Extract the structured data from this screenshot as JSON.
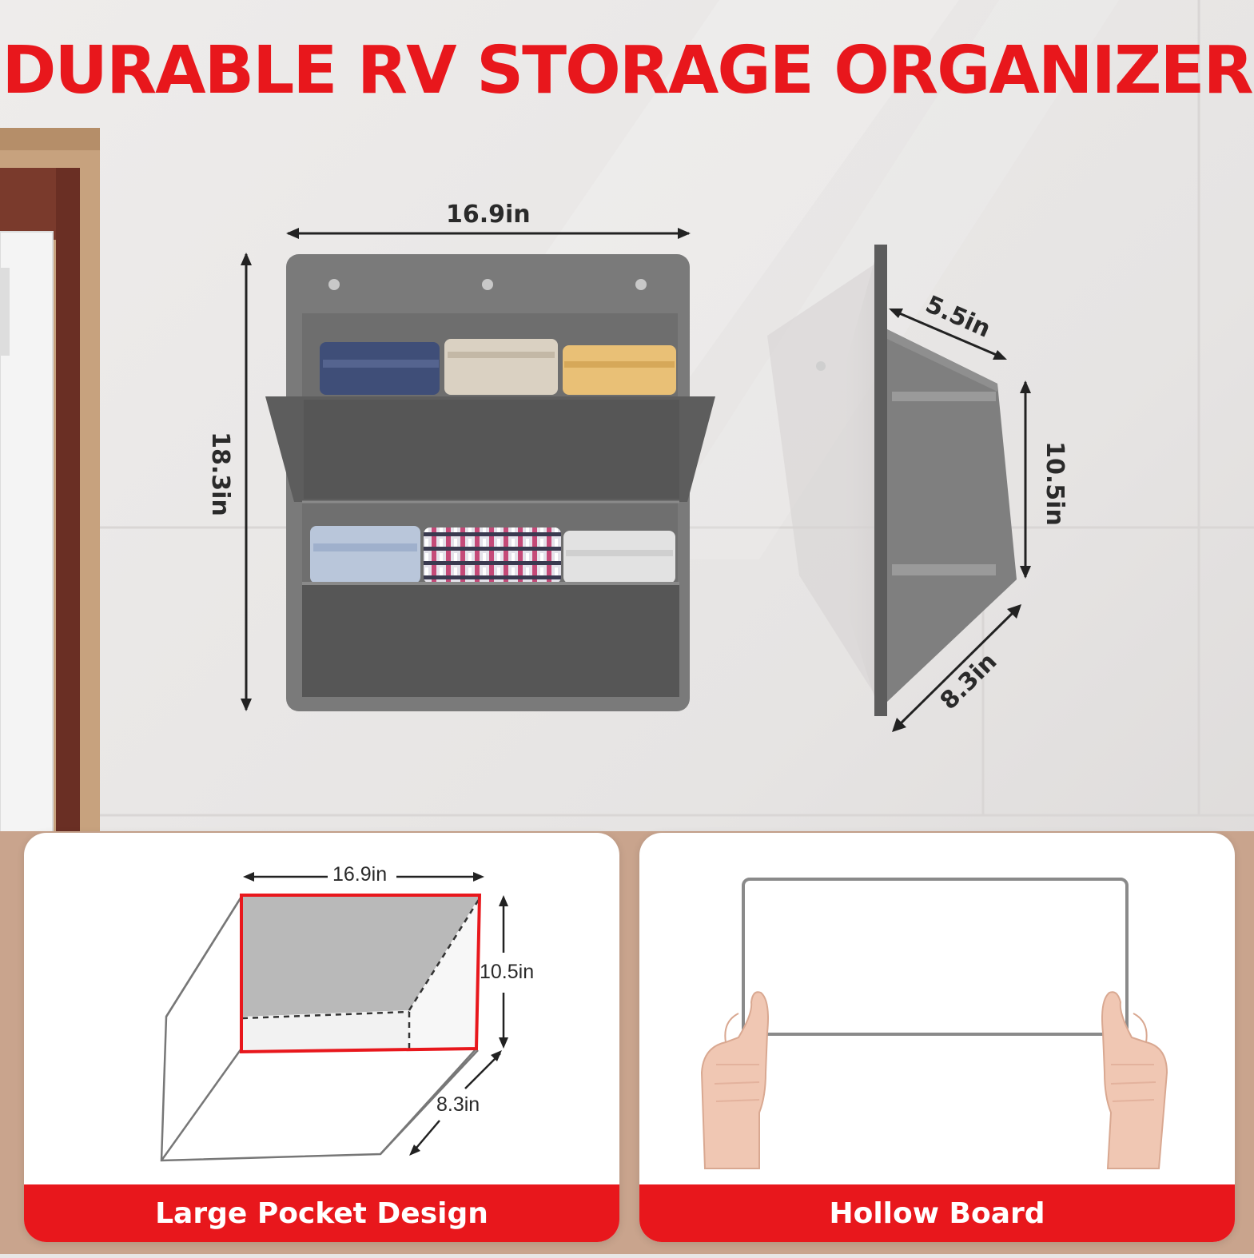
{
  "headline": "DURABLE RV STORAGE ORGANIZER",
  "photo": {
    "width": "16.9in",
    "height": "18.3in",
    "depth_top": "5.5in",
    "side_height": "10.5in",
    "depth_bottom": "8.3in"
  },
  "pocket_card": {
    "title": "Large Pocket Design",
    "width": "16.9in",
    "height": "10.5in",
    "depth": "8.3in"
  },
  "board_card": {
    "title": "Hollow Board"
  },
  "colors": {
    "accent": "#e8171c",
    "felt": "#6d6d6d",
    "wall": "#e9e7e6"
  }
}
